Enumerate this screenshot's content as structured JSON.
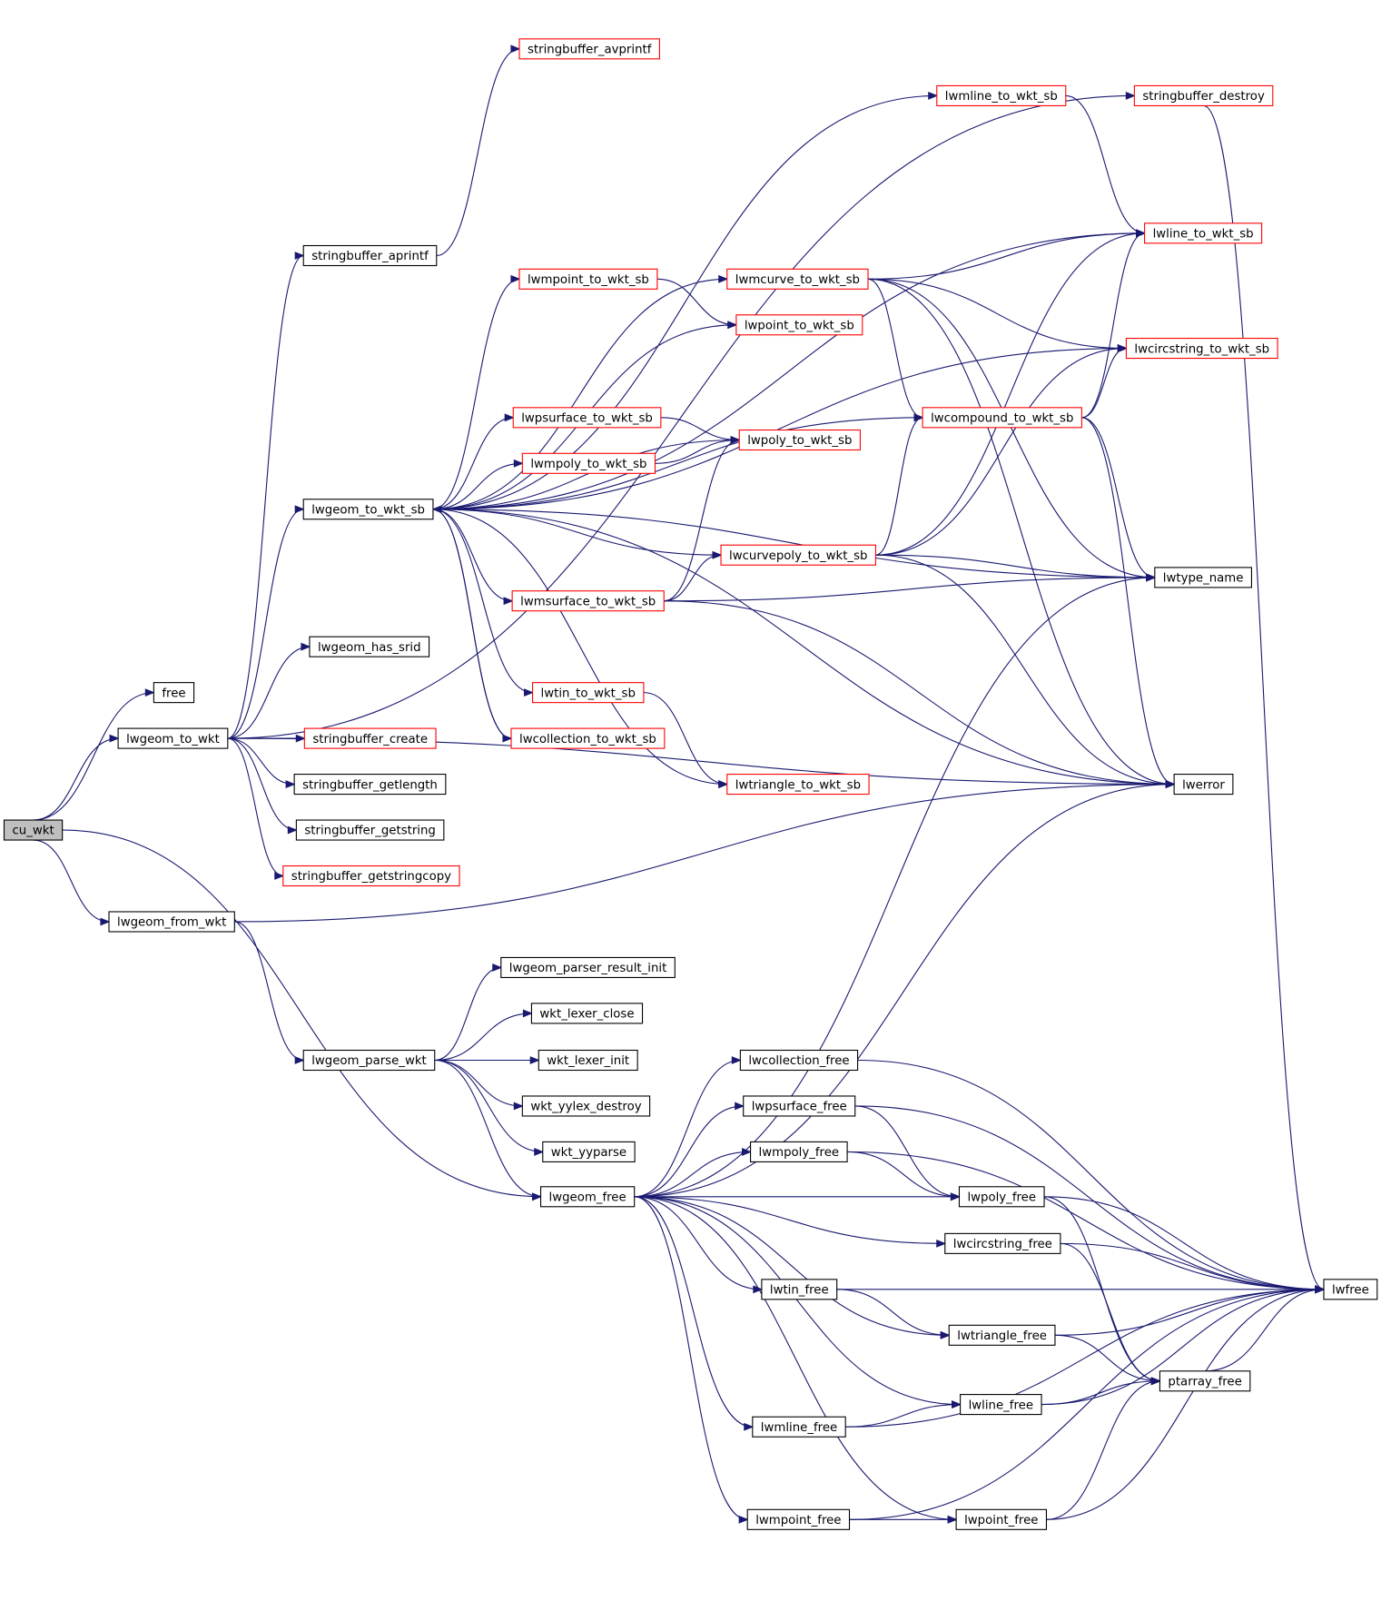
{
  "graph": {
    "nodes": [
      {
        "id": "cu_wkt",
        "label": "cu_wkt",
        "style": "root"
      },
      {
        "id": "free",
        "label": "free",
        "style": "normal"
      },
      {
        "id": "lwgeom_to_wkt",
        "label": "lwgeom_to_wkt",
        "style": "normal"
      },
      {
        "id": "lwgeom_from_wkt",
        "label": "lwgeom_from_wkt",
        "style": "normal"
      },
      {
        "id": "lwgeom_free",
        "label": "lwgeom_free",
        "style": "normal"
      },
      {
        "id": "lwgeom_to_wkt_sb",
        "label": "lwgeom_to_wkt_sb",
        "style": "normal"
      },
      {
        "id": "stringbuffer_aprintf",
        "label": "stringbuffer_aprintf",
        "style": "normal"
      },
      {
        "id": "lwgeom_has_srid",
        "label": "lwgeom_has_srid",
        "style": "normal"
      },
      {
        "id": "stringbuffer_create",
        "label": "stringbuffer_create",
        "style": "truncated"
      },
      {
        "id": "stringbuffer_getlength",
        "label": "stringbuffer_getlength",
        "style": "normal"
      },
      {
        "id": "stringbuffer_getstring",
        "label": "stringbuffer_getstring",
        "style": "normal"
      },
      {
        "id": "stringbuffer_getstringcopy",
        "label": "stringbuffer_getstringcopy",
        "style": "truncated"
      },
      {
        "id": "stringbuffer_avprintf",
        "label": "stringbuffer_avprintf",
        "style": "truncated"
      },
      {
        "id": "stringbuffer_destroy",
        "label": "stringbuffer_destroy",
        "style": "truncated"
      },
      {
        "id": "lwerror",
        "label": "lwerror",
        "style": "normal"
      },
      {
        "id": "lwmline_to_wkt_sb",
        "label": "lwmline_to_wkt_sb",
        "style": "truncated"
      },
      {
        "id": "lwline_to_wkt_sb",
        "label": "lwline_to_wkt_sb",
        "style": "truncated"
      },
      {
        "id": "lwcircstring_to_wkt_sb",
        "label": "lwcircstring_to_wkt_sb",
        "style": "truncated"
      },
      {
        "id": "lwmpoint_to_wkt_sb",
        "label": "lwmpoint_to_wkt_sb",
        "style": "truncated"
      },
      {
        "id": "lwmcurve_to_wkt_sb",
        "label": "lwmcurve_to_wkt_sb",
        "style": "truncated"
      },
      {
        "id": "lwpoint_to_wkt_sb",
        "label": "lwpoint_to_wkt_sb",
        "style": "truncated"
      },
      {
        "id": "lwpsurface_to_wkt_sb",
        "label": "lwpsurface_to_wkt_sb",
        "style": "truncated"
      },
      {
        "id": "lwcompound_to_wkt_sb",
        "label": "lwcompound_to_wkt_sb",
        "style": "truncated"
      },
      {
        "id": "lwpoly_to_wkt_sb",
        "label": "lwpoly_to_wkt_sb",
        "style": "truncated"
      },
      {
        "id": "lwmpoly_to_wkt_sb",
        "label": "lwmpoly_to_wkt_sb",
        "style": "truncated"
      },
      {
        "id": "lwcurvepoly_to_wkt_sb",
        "label": "lwcurvepoly_to_wkt_sb",
        "style": "truncated"
      },
      {
        "id": "lwmsurface_to_wkt_sb",
        "label": "lwmsurface_to_wkt_sb",
        "style": "truncated"
      },
      {
        "id": "lwtype_name",
        "label": "lwtype_name",
        "style": "normal"
      },
      {
        "id": "lwtin_to_wkt_sb",
        "label": "lwtin_to_wkt_sb",
        "style": "truncated"
      },
      {
        "id": "lwcollection_to_wkt_sb",
        "label": "lwcollection_to_wkt_sb",
        "style": "truncated"
      },
      {
        "id": "lwtriangle_to_wkt_sb",
        "label": "lwtriangle_to_wkt_sb",
        "style": "truncated"
      },
      {
        "id": "lwgeom_parse_wkt",
        "label": "lwgeom_parse_wkt",
        "style": "normal"
      },
      {
        "id": "lwgeom_parser_result_init",
        "label": "lwgeom_parser_result_init",
        "style": "normal"
      },
      {
        "id": "wkt_lexer_close",
        "label": "wkt_lexer_close",
        "style": "normal"
      },
      {
        "id": "wkt_lexer_init",
        "label": "wkt_lexer_init",
        "style": "normal"
      },
      {
        "id": "wkt_yylex_destroy",
        "label": "wkt_yylex_destroy",
        "style": "normal"
      },
      {
        "id": "wkt_yyparse",
        "label": "wkt_yyparse",
        "style": "normal"
      },
      {
        "id": "lwcollection_free",
        "label": "lwcollection_free",
        "style": "normal"
      },
      {
        "id": "lwpsurface_free",
        "label": "lwpsurface_free",
        "style": "normal"
      },
      {
        "id": "lwmpoly_free",
        "label": "lwmpoly_free",
        "style": "normal"
      },
      {
        "id": "lwpoly_free",
        "label": "lwpoly_free",
        "style": "normal"
      },
      {
        "id": "lwcircstring_free",
        "label": "lwcircstring_free",
        "style": "normal"
      },
      {
        "id": "lwtin_free",
        "label": "lwtin_free",
        "style": "normal"
      },
      {
        "id": "lwtriangle_free",
        "label": "lwtriangle_free",
        "style": "normal"
      },
      {
        "id": "lwfree",
        "label": "lwfree",
        "style": "normal"
      },
      {
        "id": "ptarray_free",
        "label": "ptarray_free",
        "style": "normal"
      },
      {
        "id": "lwline_free",
        "label": "lwline_free",
        "style": "normal"
      },
      {
        "id": "lwmline_free",
        "label": "lwmline_free",
        "style": "normal"
      },
      {
        "id": "lwpoint_free",
        "label": "lwpoint_free",
        "style": "normal"
      },
      {
        "id": "lwmpoint_free",
        "label": "lwmpoint_free",
        "style": "normal"
      }
    ],
    "edges": [
      [
        "cu_wkt",
        "free"
      ],
      [
        "cu_wkt",
        "lwgeom_to_wkt"
      ],
      [
        "cu_wkt",
        "lwgeom_from_wkt"
      ],
      [
        "cu_wkt",
        "lwgeom_free"
      ],
      [
        "lwgeom_to_wkt",
        "stringbuffer_aprintf"
      ],
      [
        "lwgeom_to_wkt",
        "stringbuffer_destroy"
      ],
      [
        "lwgeom_to_wkt",
        "lwgeom_to_wkt_sb"
      ],
      [
        "lwgeom_to_wkt",
        "lwgeom_has_srid"
      ],
      [
        "lwgeom_to_wkt",
        "stringbuffer_create"
      ],
      [
        "lwgeom_to_wkt",
        "stringbuffer_getlength"
      ],
      [
        "lwgeom_to_wkt",
        "stringbuffer_getstring"
      ],
      [
        "lwgeom_to_wkt",
        "stringbuffer_getstringcopy"
      ],
      [
        "lwgeom_to_wkt",
        "lwerror"
      ],
      [
        "stringbuffer_aprintf",
        "stringbuffer_avprintf"
      ],
      [
        "lwgeom_to_wkt_sb",
        "lwmline_to_wkt_sb"
      ],
      [
        "lwgeom_to_wkt_sb",
        "lwline_to_wkt_sb"
      ],
      [
        "lwgeom_to_wkt_sb",
        "lwcircstring_to_wkt_sb"
      ],
      [
        "lwgeom_to_wkt_sb",
        "lwmpoint_to_wkt_sb"
      ],
      [
        "lwgeom_to_wkt_sb",
        "lwmcurve_to_wkt_sb"
      ],
      [
        "lwgeom_to_wkt_sb",
        "lwpoint_to_wkt_sb"
      ],
      [
        "lwgeom_to_wkt_sb",
        "lwpsurface_to_wkt_sb"
      ],
      [
        "lwgeom_to_wkt_sb",
        "lwpoly_to_wkt_sb"
      ],
      [
        "lwgeom_to_wkt_sb",
        "lwmpoly_to_wkt_sb"
      ],
      [
        "lwgeom_to_wkt_sb",
        "lwcompound_to_wkt_sb"
      ],
      [
        "lwgeom_to_wkt_sb",
        "lwcurvepoly_to_wkt_sb"
      ],
      [
        "lwgeom_to_wkt_sb",
        "lwmsurface_to_wkt_sb"
      ],
      [
        "lwgeom_to_wkt_sb",
        "lwtype_name"
      ],
      [
        "lwgeom_to_wkt_sb",
        "lwtin_to_wkt_sb"
      ],
      [
        "lwgeom_to_wkt_sb",
        "lwcollection_to_wkt_sb"
      ],
      [
        "lwgeom_to_wkt_sb",
        "lwtriangle_to_wkt_sb"
      ],
      [
        "lwgeom_to_wkt_sb",
        "lwerror"
      ],
      [
        "lwmline_to_wkt_sb",
        "lwline_to_wkt_sb"
      ],
      [
        "lwmpoint_to_wkt_sb",
        "lwpoint_to_wkt_sb"
      ],
      [
        "lwmcurve_to_wkt_sb",
        "lwline_to_wkt_sb"
      ],
      [
        "lwmcurve_to_wkt_sb",
        "lwcircstring_to_wkt_sb"
      ],
      [
        "lwmcurve_to_wkt_sb",
        "lwcompound_to_wkt_sb"
      ],
      [
        "lwmcurve_to_wkt_sb",
        "lwtype_name"
      ],
      [
        "lwmcurve_to_wkt_sb",
        "lwerror"
      ],
      [
        "lwpsurface_to_wkt_sb",
        "lwpoly_to_wkt_sb"
      ],
      [
        "lwmpoly_to_wkt_sb",
        "lwpoly_to_wkt_sb"
      ],
      [
        "lwcompound_to_wkt_sb",
        "lwline_to_wkt_sb"
      ],
      [
        "lwcompound_to_wkt_sb",
        "lwcircstring_to_wkt_sb"
      ],
      [
        "lwcompound_to_wkt_sb",
        "lwtype_name"
      ],
      [
        "lwcompound_to_wkt_sb",
        "lwerror"
      ],
      [
        "lwcurvepoly_to_wkt_sb",
        "lwline_to_wkt_sb"
      ],
      [
        "lwcurvepoly_to_wkt_sb",
        "lwcircstring_to_wkt_sb"
      ],
      [
        "lwcurvepoly_to_wkt_sb",
        "lwcompound_to_wkt_sb"
      ],
      [
        "lwcurvepoly_to_wkt_sb",
        "lwtype_name"
      ],
      [
        "lwcurvepoly_to_wkt_sb",
        "lwerror"
      ],
      [
        "lwmsurface_to_wkt_sb",
        "lwpoly_to_wkt_sb"
      ],
      [
        "lwmsurface_to_wkt_sb",
        "lwcurvepoly_to_wkt_sb"
      ],
      [
        "lwmsurface_to_wkt_sb",
        "lwtype_name"
      ],
      [
        "lwmsurface_to_wkt_sb",
        "lwerror"
      ],
      [
        "lwtin_to_wkt_sb",
        "lwtriangle_to_wkt_sb"
      ],
      [
        "lwcollection_to_wkt_sb",
        "lwgeom_to_wkt_sb"
      ],
      [
        "lwgeom_from_wkt",
        "lwgeom_parse_wkt"
      ],
      [
        "lwgeom_from_wkt",
        "lwerror"
      ],
      [
        "lwgeom_parse_wkt",
        "lwgeom_parser_result_init"
      ],
      [
        "lwgeom_parse_wkt",
        "wkt_lexer_close"
      ],
      [
        "lwgeom_parse_wkt",
        "wkt_lexer_init"
      ],
      [
        "lwgeom_parse_wkt",
        "wkt_yylex_destroy"
      ],
      [
        "lwgeom_parse_wkt",
        "wkt_yyparse"
      ],
      [
        "lwgeom_parse_wkt",
        "lwgeom_free"
      ],
      [
        "lwgeom_free",
        "lwtype_name"
      ],
      [
        "lwgeom_free",
        "lwerror"
      ],
      [
        "lwgeom_free",
        "lwcollection_free"
      ],
      [
        "lwgeom_free",
        "lwpsurface_free"
      ],
      [
        "lwgeom_free",
        "lwmpoly_free"
      ],
      [
        "lwgeom_free",
        "lwpoly_free"
      ],
      [
        "lwgeom_free",
        "lwcircstring_free"
      ],
      [
        "lwgeom_free",
        "lwtin_free"
      ],
      [
        "lwgeom_free",
        "lwtriangle_free"
      ],
      [
        "lwgeom_free",
        "lwline_free"
      ],
      [
        "lwgeom_free",
        "lwmline_free"
      ],
      [
        "lwgeom_free",
        "lwpoint_free"
      ],
      [
        "lwgeom_free",
        "lwmpoint_free"
      ],
      [
        "lwcollection_free",
        "lwfree"
      ],
      [
        "lwpsurface_free",
        "lwpoly_free"
      ],
      [
        "lwpsurface_free",
        "lwfree"
      ],
      [
        "lwmpoly_free",
        "lwpoly_free"
      ],
      [
        "lwmpoly_free",
        "lwfree"
      ],
      [
        "lwpoly_free",
        "lwfree"
      ],
      [
        "lwpoly_free",
        "ptarray_free"
      ],
      [
        "lwcircstring_free",
        "lwfree"
      ],
      [
        "lwcircstring_free",
        "ptarray_free"
      ],
      [
        "lwtin_free",
        "lwfree"
      ],
      [
        "lwtin_free",
        "lwtriangle_free"
      ],
      [
        "lwtriangle_free",
        "lwfree"
      ],
      [
        "lwtriangle_free",
        "ptarray_free"
      ],
      [
        "ptarray_free",
        "lwfree"
      ],
      [
        "lwline_free",
        "ptarray_free"
      ],
      [
        "lwline_free",
        "lwfree"
      ],
      [
        "lwmline_free",
        "lwline_free"
      ],
      [
        "lwmline_free",
        "lwfree"
      ],
      [
        "lwpoint_free",
        "ptarray_free"
      ],
      [
        "lwpoint_free",
        "lwfree"
      ],
      [
        "lwmpoint_free",
        "lwpoint_free"
      ],
      [
        "lwmpoint_free",
        "lwfree"
      ],
      [
        "stringbuffer_destroy",
        "lwfree"
      ]
    ]
  },
  "colors": {
    "edge": "#191970",
    "node_border": "#000000",
    "truncated_border": "#ff0000",
    "root_fill": "#bfbfbf",
    "node_fill": "#ffffff"
  }
}
